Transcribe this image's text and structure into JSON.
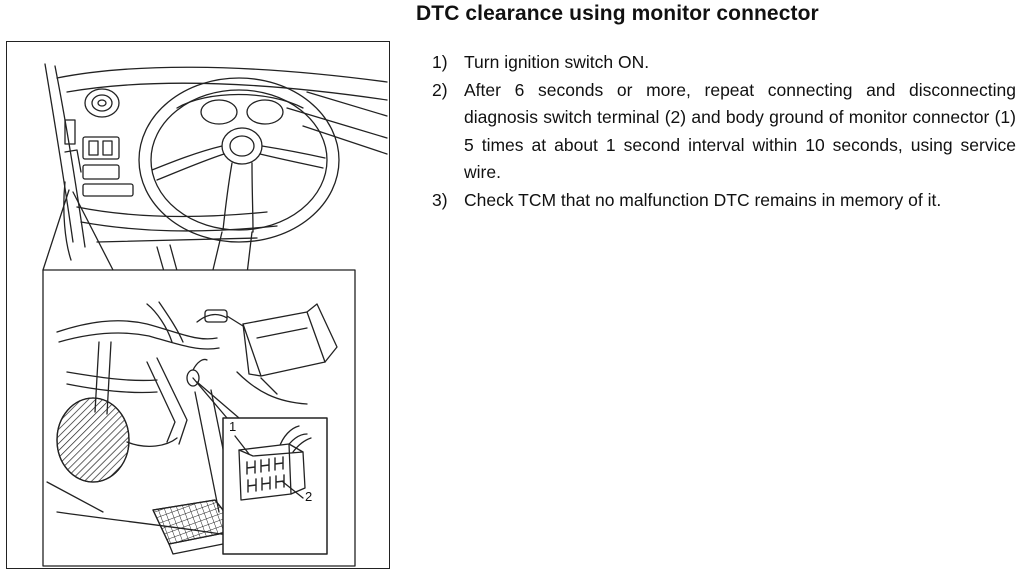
{
  "document": {
    "title": "DTC clearance using monitor connector",
    "steps": [
      {
        "number": "1)",
        "text": "Turn ignition switch ON."
      },
      {
        "number": "2)",
        "text": "After 6 seconds or more, repeat connecting and disconnecting diagnosis switch terminal (2) and body ground of monitor connector (1) 5 times at about 1 second interval within 10 seconds, using service wire."
      },
      {
        "number": "3)",
        "text": "Check TCM that no malfunction DTC remains in memory of it."
      }
    ]
  },
  "figure": {
    "callouts": [
      {
        "label": "1"
      },
      {
        "label": "2"
      }
    ]
  }
}
